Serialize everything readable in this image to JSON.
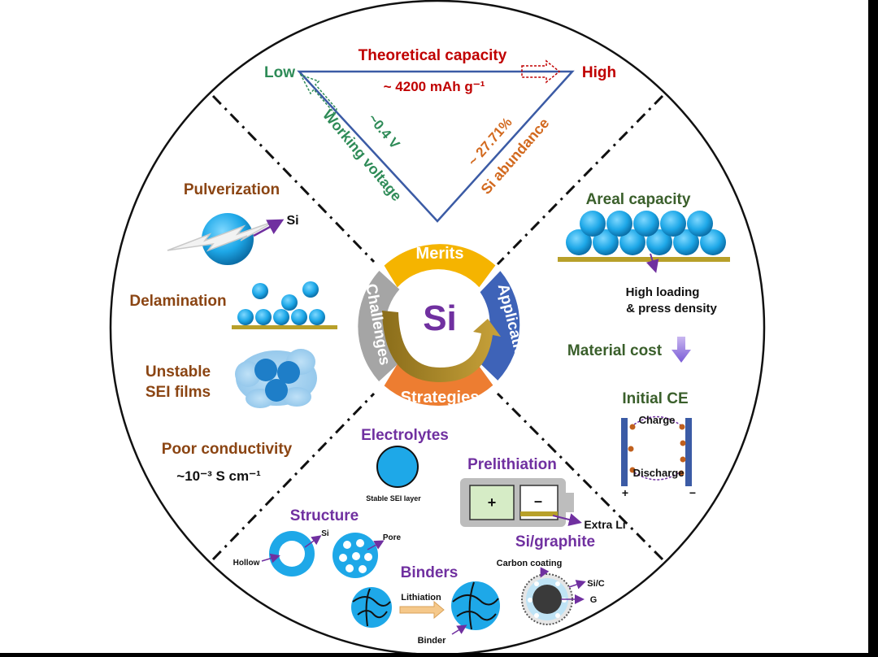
{
  "colors": {
    "brown": "#8B4513",
    "green": "#2E8B57",
    "red": "#C00000",
    "orange": "#D2691E",
    "purple": "#7030A0",
    "dark_green": "#3A5F2B",
    "blue": "#3B5BA5",
    "sky": "#1EA8E8",
    "gold": "#B8A02A",
    "ring_merits": "#F5B400",
    "ring_application": "#3E63B8",
    "ring_strategies": "#ED7D31",
    "ring_challenges": "#A5A5A5"
  },
  "center": {
    "label": "Si"
  },
  "ring": {
    "merits": "Merits",
    "application": "Application",
    "strategies": "Strategies",
    "challenges": "Challenges"
  },
  "merits": {
    "theoretical_capacity": "Theoretical capacity",
    "capacity_value": "~ 4200 mAh g⁻¹",
    "low": "Low",
    "high": "High",
    "working_voltage": "Working voltage",
    "voltage_value": "~0.4 V",
    "si_abundance": "Si abundance",
    "abundance_value": "~ 27.71%"
  },
  "challenges": {
    "pulverization": "Pulverization",
    "si_label": "Si",
    "delamination": "Delamination",
    "unstable_sei_line1": "Unstable",
    "unstable_sei_line2": "SEI films",
    "poor_conductivity": "Poor conductivity",
    "conductivity_value": "~10⁻³ S cm⁻¹"
  },
  "application": {
    "areal_capacity": "Areal capacity",
    "high_loading": "High loading",
    "press_density": "& press density",
    "material_cost": "Material cost",
    "initial_ce": "Initial CE",
    "charge": "Charge",
    "discharge": "Discharge",
    "plus": "+",
    "minus": "−"
  },
  "strategies": {
    "electrolytes": "Electrolytes",
    "stable_sei": "Stable SEI layer",
    "prelithiation": "Prelithiation",
    "battery_plus": "+",
    "battery_minus": "–",
    "extra_li": "Extra Li",
    "structure": "Structure",
    "si": "Si",
    "pore": "Pore",
    "hollow": "Hollow",
    "si_graphite": "Si/graphite",
    "carbon_coating": "Carbon coating",
    "si_c": "Si/C",
    "g": "G",
    "binders": "Binders",
    "lithiation": "Lithiation",
    "binder": "Binder"
  }
}
